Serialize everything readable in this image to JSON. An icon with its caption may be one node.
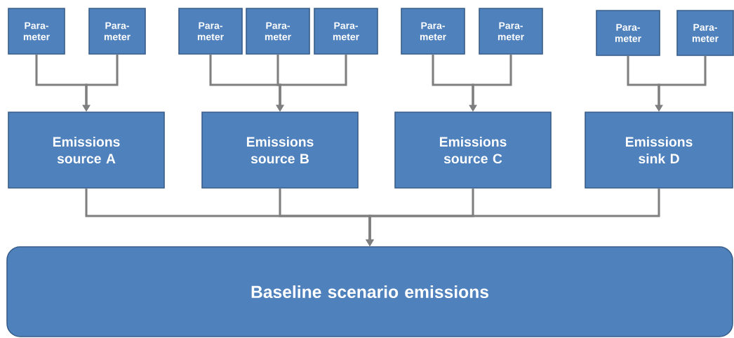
{
  "diagram": {
    "nodes": [
      {
        "text": [
          "Para-meter"
        ]
      },
      {
        "text": [
          "Para-meter"
        ]
      },
      {
        "text": [
          "Para-meter"
        ]
      },
      {
        "text": [
          "Para-meter"
        ]
      },
      {
        "text": [
          "Para-meter"
        ]
      },
      {
        "text": [
          "Para-meter"
        ]
      },
      {
        "text": [
          "Para-meter"
        ]
      },
      {
        "text": [
          "Para-meter"
        ]
      },
      {
        "text": [
          "Para-meter"
        ]
      },
      {
        "text": [
          "Emissions source A"
        ]
      },
      {
        "text": [
          "Emissions source B"
        ]
      },
      {
        "text": [
          "Emissions source C"
        ]
      },
      {
        "text": [
          "Emissions sink D"
        ]
      },
      {
        "text": [
          "Baseline scenario emissions"
        ]
      }
    ],
    "edges": [
      {
        "from": 0,
        "to": 9,
        "arrow": "to"
      },
      {
        "from": 1,
        "to": 9,
        "arrow": "to"
      },
      {
        "from": 2,
        "to": 10,
        "arrow": "to"
      },
      {
        "from": 3,
        "to": 10,
        "arrow": "to"
      },
      {
        "from": 4,
        "to": 10,
        "arrow": "to"
      },
      {
        "from": 5,
        "to": 11,
        "arrow": "to"
      },
      {
        "from": 6,
        "to": 11,
        "arrow": "to"
      },
      {
        "from": 7,
        "to": 12,
        "arrow": "to"
      },
      {
        "from": 8,
        "to": 12,
        "arrow": "to"
      },
      {
        "from": 9,
        "to": 13,
        "arrow": "to"
      },
      {
        "from": 10,
        "to": 13,
        "arrow": "to"
      },
      {
        "from": 11,
        "to": 13,
        "arrow": "to"
      },
      {
        "from": 12,
        "to": 13,
        "arrow": "to"
      }
    ]
  }
}
